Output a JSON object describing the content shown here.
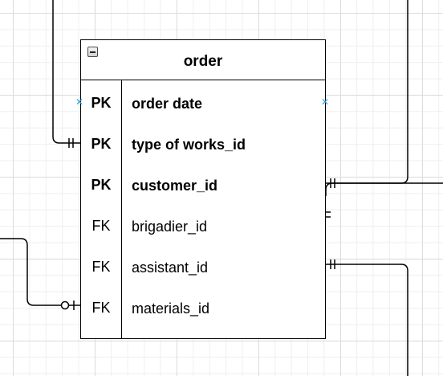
{
  "entity": {
    "title": "order",
    "rows": [
      {
        "key": "PK",
        "field": "order date",
        "primary": true
      },
      {
        "key": "PK",
        "field": "type of works_id",
        "primary": true
      },
      {
        "key": "PK",
        "field": "customer_id",
        "primary": true
      },
      {
        "key": "FK",
        "field": "brigadier_id",
        "primary": false
      },
      {
        "key": "FK",
        "field": "assistant_id",
        "primary": false
      },
      {
        "key": "FK",
        "field": "materials_id",
        "primary": false
      }
    ]
  },
  "colors": {
    "line": "#000000",
    "grid": "#dcdcdc",
    "anchor": "#2d9ee0"
  },
  "icons": [
    "collapse-icon",
    "connection-point-icon"
  ]
}
